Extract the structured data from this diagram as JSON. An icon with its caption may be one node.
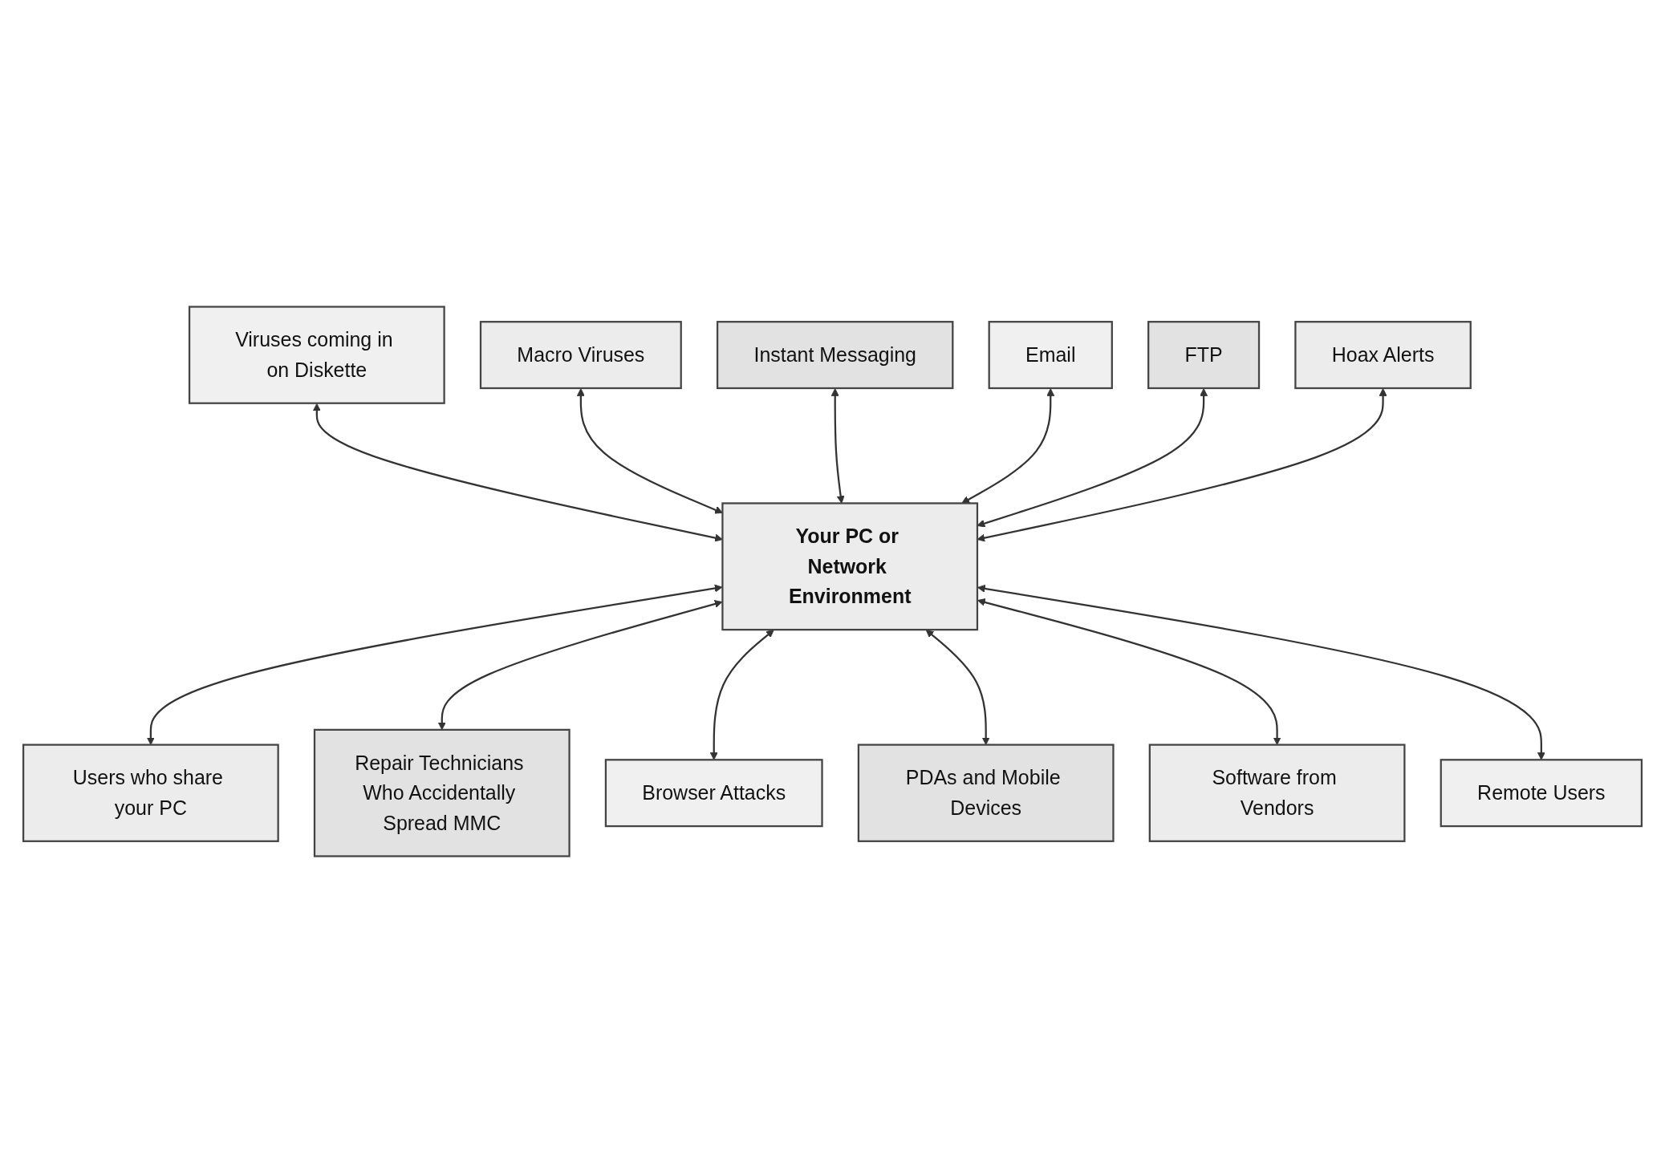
{
  "diagram": {
    "nodes": [
      {
        "text": [
          "Viruses coming in on Diskette"
        ]
      },
      {
        "text": [
          "Macro Viruses"
        ]
      },
      {
        "text": [
          "Instant Messaging"
        ]
      },
      {
        "text": [
          "Email"
        ]
      },
      {
        "text": [
          "FTP"
        ]
      },
      {
        "text": [
          "Your PC or Network Environment"
        ]
      },
      {
        "text": [
          "Users who share your PC"
        ]
      },
      {
        "text": [
          "Hoax Alerts"
        ]
      },
      {
        "text": [
          "Repair Technicians Who Accidentally Spread MMC"
        ]
      },
      {
        "text": [
          "Browser Attacks"
        ]
      },
      {
        "text": [
          "PDAs and Mobile Devices"
        ]
      },
      {
        "text": [
          "Software from Vendors"
        ]
      },
      {
        "text": [
          "Remote Users"
        ]
      }
    ],
    "edges": [
      {
        "from": 0,
        "to": 5,
        "arrow": "both"
      },
      {
        "from": 1,
        "to": 5,
        "arrow": "both"
      },
      {
        "from": 2,
        "to": 5,
        "arrow": "both"
      },
      {
        "from": 3,
        "to": 5,
        "arrow": "both"
      },
      {
        "from": 4,
        "to": 5,
        "arrow": "both"
      },
      {
        "from": 5,
        "to": 6,
        "arrow": "both"
      },
      {
        "from": 7,
        "to": 5,
        "arrow": "both"
      },
      {
        "from": 5,
        "to": 8,
        "arrow": "both"
      },
      {
        "from": 5,
        "to": 9,
        "arrow": "both"
      },
      {
        "from": 5,
        "to": 10,
        "arrow": "both"
      },
      {
        "from": 5,
        "to": 11,
        "arrow": "both"
      },
      {
        "from": 5,
        "to": 12,
        "arrow": "both"
      }
    ]
  }
}
